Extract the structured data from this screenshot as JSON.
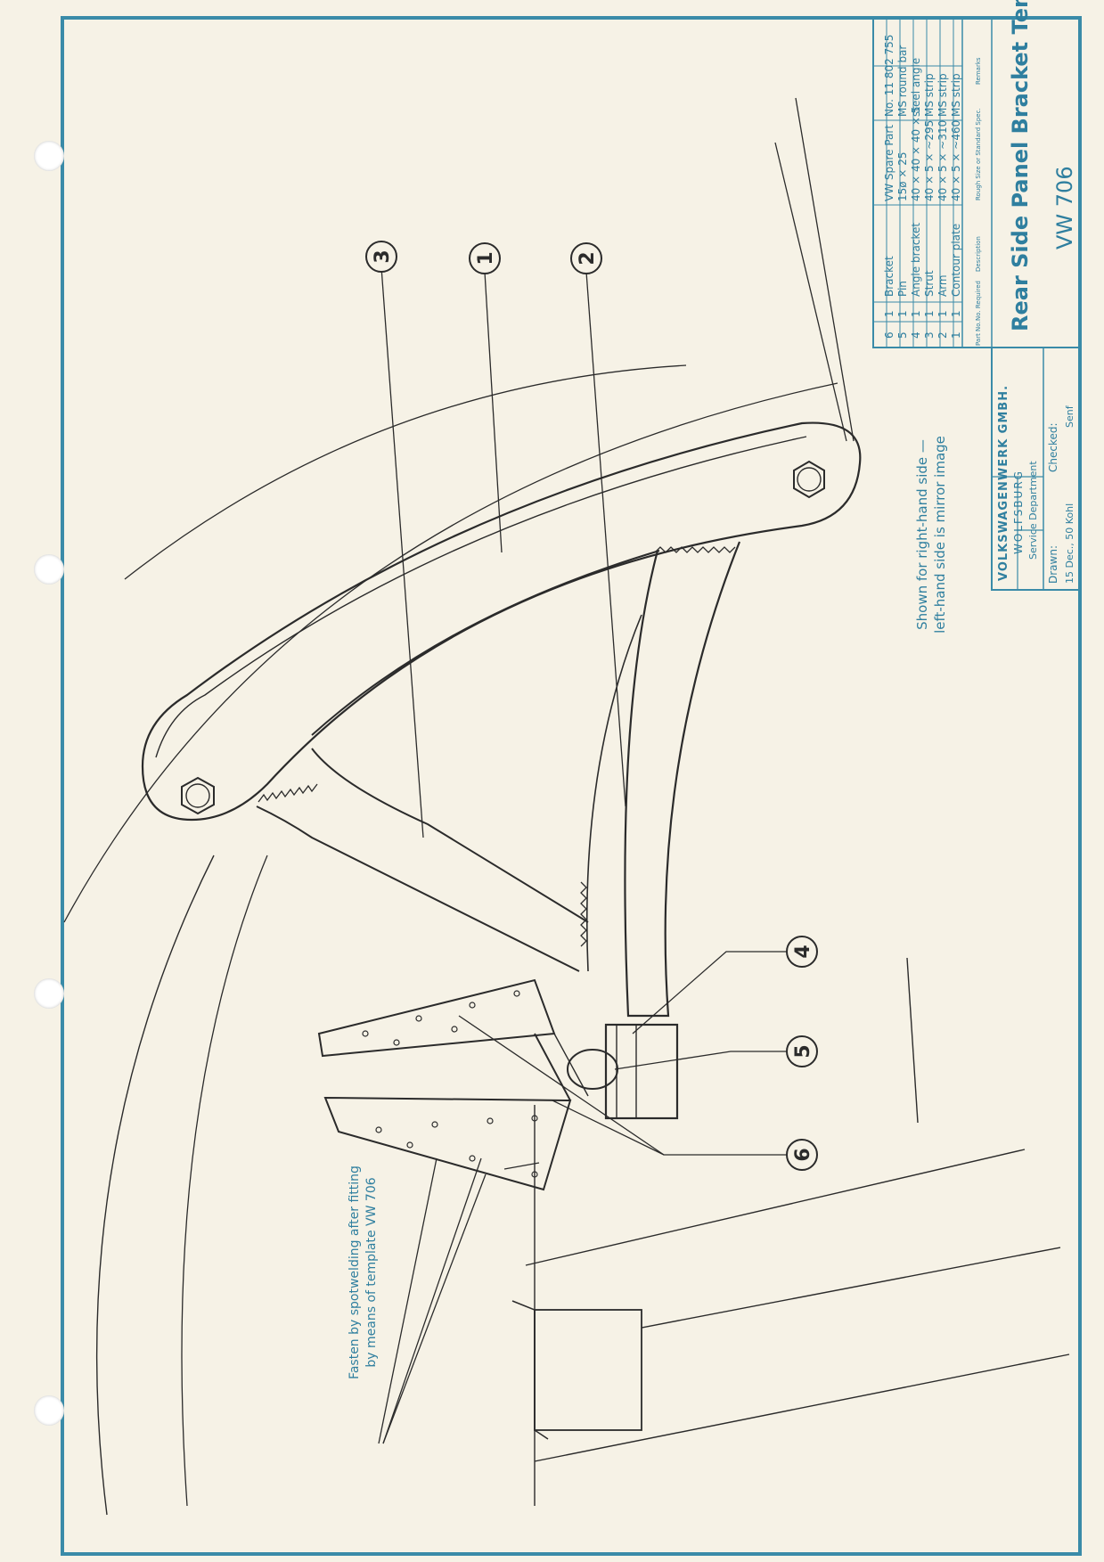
{
  "callouts": [
    "1",
    "2",
    "3",
    "4",
    "5",
    "6"
  ],
  "notes": {
    "orientation_line1": "Shown for right-hand side —",
    "orientation_line2": "left-hand side is mirror image",
    "fasten_line1": "Fasten by spotwelding after fitting",
    "fasten_line2": "by means of template VW 706"
  },
  "title_block": {
    "company": "VOLKSWAGENWERK GMBH.",
    "city": "WOLFSBURG",
    "department": "Service Department",
    "drawn_label": "Drawn:",
    "drawn_value": "15 Dec., 50  Kohl",
    "checked_label": "Checked:",
    "checked_value": "Senf",
    "title": "Rear Side Panel Bracket Template",
    "drawing_number": "VW 706"
  },
  "parts_list": {
    "headers": {
      "part_no": "Part No.",
      "no_required": "No. Required",
      "description": "Description",
      "size_spec": "Rough Size or Standard Spec.",
      "remarks": "Remarks"
    },
    "rows": [
      {
        "part": "6",
        "qty": "1",
        "desc": "Bracket",
        "size": "VW Spare Part",
        "remarks": "No. 11 802 755"
      },
      {
        "part": "5",
        "qty": "1",
        "desc": "Pin",
        "size": "15ø × 25",
        "remarks": "MS round bar"
      },
      {
        "part": "4",
        "qty": "1",
        "desc": "Angle bracket",
        "size": "40 × 40 × 40 × 5",
        "remarks": "steel angle"
      },
      {
        "part": "3",
        "qty": "1",
        "desc": "Strut",
        "size": "40 × 5 × ~295",
        "remarks": "MS strip"
      },
      {
        "part": "2",
        "qty": "1",
        "desc": "Arm",
        "size": "40 × 5 × ~310",
        "remarks": "MS strip"
      },
      {
        "part": "1",
        "qty": "1",
        "desc": "Contour plate",
        "size": "40 × 5 × ~460",
        "remarks": "MS strip"
      }
    ]
  },
  "colors": {
    "frame": "#3a8ba8",
    "ink": "#2b2b2b",
    "paper": "#f6f2e6"
  }
}
